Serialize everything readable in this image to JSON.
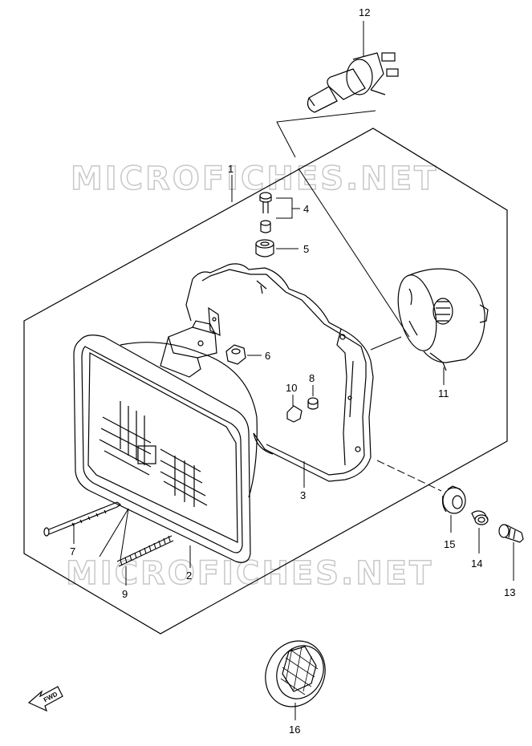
{
  "watermark": {
    "text": "MICROFICHES.NET"
  },
  "fwd_label": "FWD",
  "callouts": {
    "p1": "1",
    "p2": "2",
    "p3": "3",
    "p4": "4",
    "p5": "5",
    "p6": "6",
    "p7": "7",
    "p8": "8",
    "p9": "9",
    "p10": "10",
    "p11": "11",
    "p12": "12",
    "p13": "13",
    "p14": "14",
    "p15": "15",
    "p16": "16"
  },
  "colors": {
    "line": "#000000",
    "watermark": "#c8c8c8",
    "background": "#ffffff"
  }
}
